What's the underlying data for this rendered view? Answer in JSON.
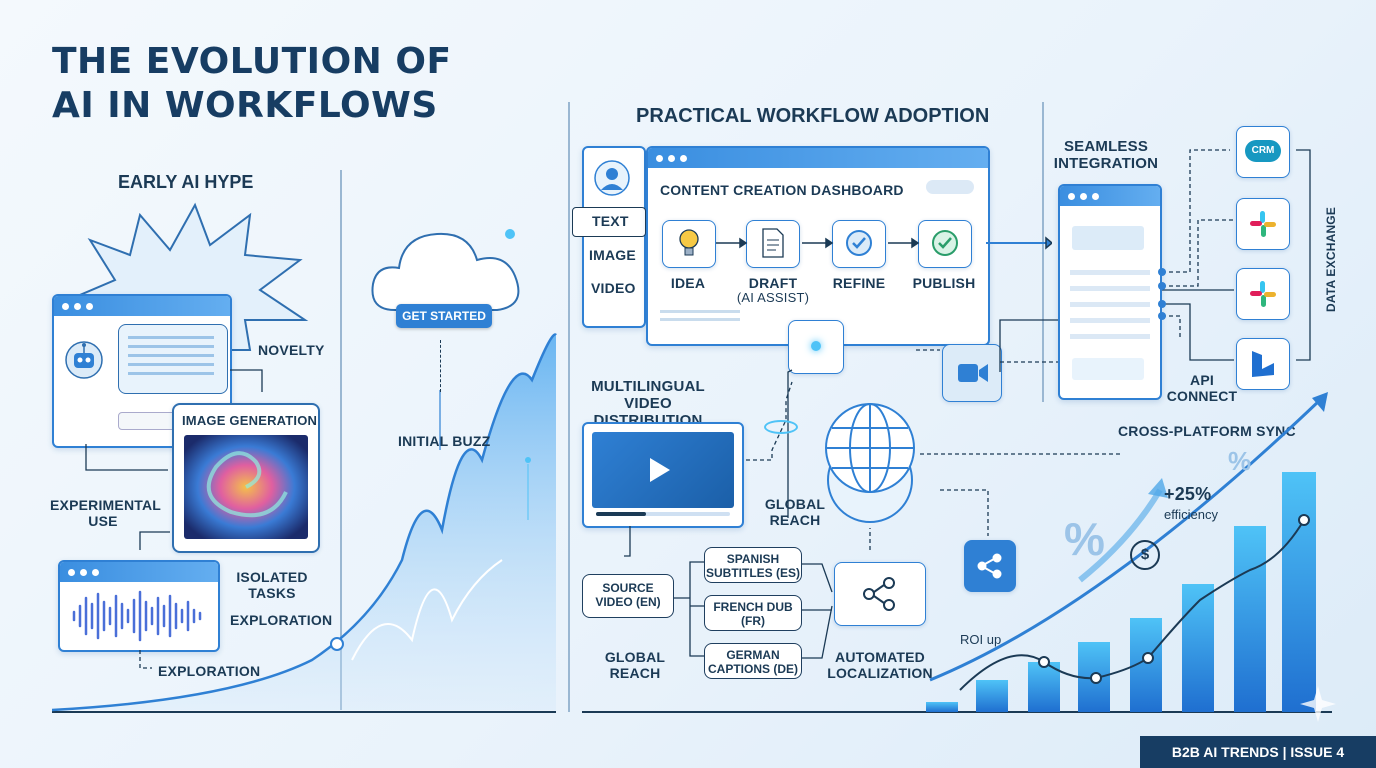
{
  "title": {
    "line1": "THE EVOLUTION OF",
    "line2": "AI IN WORKFLOWS"
  },
  "early": {
    "heading": "EARLY AI HYPE",
    "novelty": "NOVELTY",
    "image_generation": "IMAGE GENERATION",
    "experimental_use": "EXPERIMENTAL USE",
    "isolated_tasks": "ISOLATED TASKS",
    "exploration1": "EXPLORATION",
    "exploration2": "EXPLORATION",
    "get_started": "GET STARTED",
    "initial_buzz": "INITIAL BUZZ"
  },
  "practical": {
    "heading": "PRACTICAL WORKFLOW ADOPTION",
    "dashboard_title": "CONTENT CREATION DASHBOARD",
    "tabs": [
      "TEXT",
      "IMAGE",
      "VIDEO"
    ],
    "steps": [
      {
        "label": "IDEA",
        "icon": "lightbulb-icon"
      },
      {
        "label": "DRAFT",
        "sub": "(AI ASSIST)",
        "icon": "document-icon"
      },
      {
        "label": "REFINE",
        "icon": "check-icon"
      },
      {
        "label": "PUBLISH",
        "icon": "check-icon"
      }
    ],
    "multilingual": "MULTILINGUAL VIDEO DISTRIBUTION",
    "global_reach1": "GLOBAL REACH",
    "global_reach2": "GLOBAL REACH",
    "source_video": "SOURCE VIDEO (EN)",
    "langs": [
      "SPANISH SUBTITLES (ES)",
      "FRENCH DUB (FR)",
      "GERMAN CAPTIONS (DE)"
    ],
    "automated_localization": "AUTOMATED LOCALIZATION"
  },
  "integration": {
    "heading": "SEAMLESS INTEGRATION",
    "crm": "CRM",
    "api_connect": "API CONNECT",
    "cross_platform": "CROSS-PLATFORM SYNC",
    "data_exchange": "DATA EXCHANGE"
  },
  "roi": {
    "pct": "+25%",
    "efficiency": "efficiency",
    "roi_up": "ROI up",
    "percent_symbol": "%",
    "dollar_symbol": "$"
  },
  "footer": "B2B AI TRENDS | ISSUE 4",
  "colors": {
    "primary": "#2f80d4",
    "navy": "#173d63",
    "accent": "#4fc3f7"
  }
}
